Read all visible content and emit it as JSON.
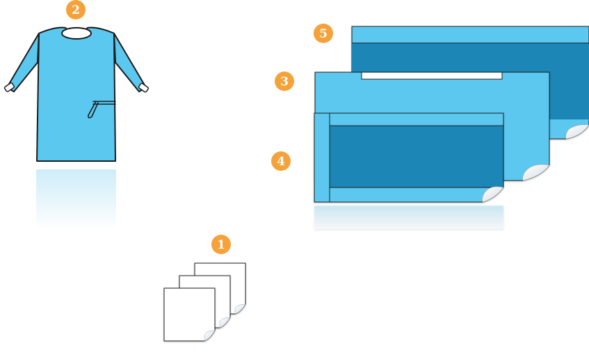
{
  "colors": {
    "light_blue": "#5bc8ef",
    "dark_blue": "#1f86b7",
    "badge_orange": "#f5a23a",
    "outline": "#1a1a1a"
  },
  "items": [
    {
      "number": "1",
      "icon": "paper-sheets-stack-icon"
    },
    {
      "number": "2",
      "icon": "surgical-gown-icon"
    },
    {
      "number": "3",
      "icon": "drape-with-slot-icon"
    },
    {
      "number": "4",
      "icon": "drape-with-window-icon"
    },
    {
      "number": "5",
      "icon": "drape-with-band-icon"
    }
  ]
}
